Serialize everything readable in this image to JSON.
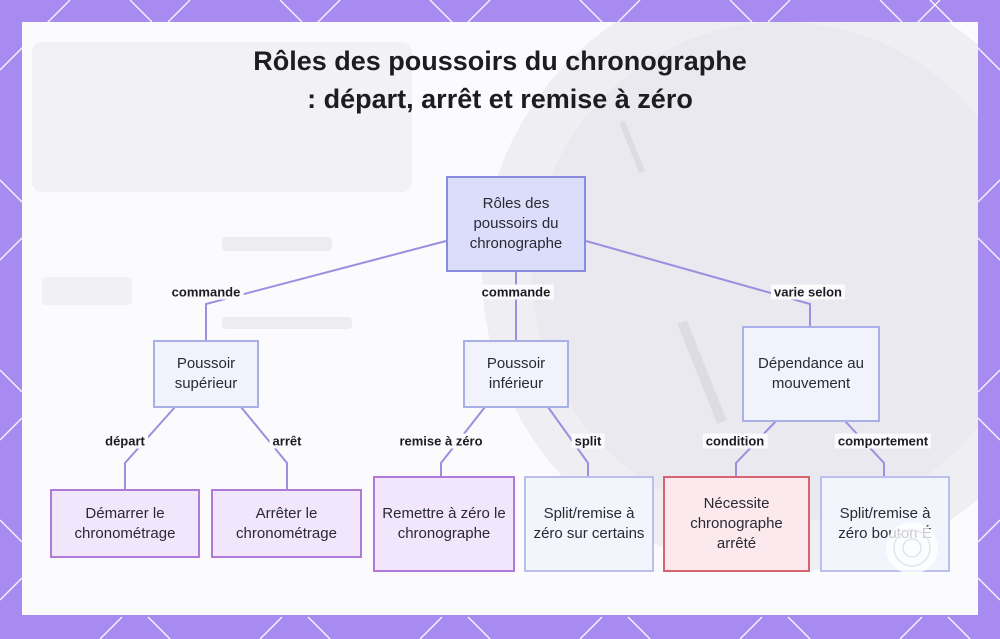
{
  "title": {
    "line1": "Rôles des poussoirs du chronographe",
    "line2": ": départ, arrêt et remise à zéro"
  },
  "nodes": {
    "root": "Rôles des poussoirs du chronographe",
    "top_pusher": "Poussoir supérieur",
    "bottom_pusher": "Poussoir inférieur",
    "movement": "Dépendance au mouvement",
    "start": "Démarrer le chronométrage",
    "stop": "Arrêter le chronométrage",
    "reset": "Remettre à zéro le chronographe",
    "split_some": "Split/remise à zéro sur certains",
    "requires_stop": "Nécessite chronographe arrêté",
    "split_button": "Split/remise à zéro bouton É"
  },
  "edge_labels": {
    "root_top": "commande",
    "root_bottom": "commande",
    "root_movement": "varie selon",
    "top_start": "départ",
    "top_stop": "arrêt",
    "bottom_reset": "remise à zéro",
    "bottom_split": "split",
    "movement_condition": "condition",
    "movement_behavior": "comportement"
  },
  "colors": {
    "frame": "#a78bf0",
    "root_fill": "#dcdcfb",
    "edge": "#9c8fe0",
    "start_stop_fill": "#f1e6fb",
    "condition_border": "#d9626f"
  }
}
